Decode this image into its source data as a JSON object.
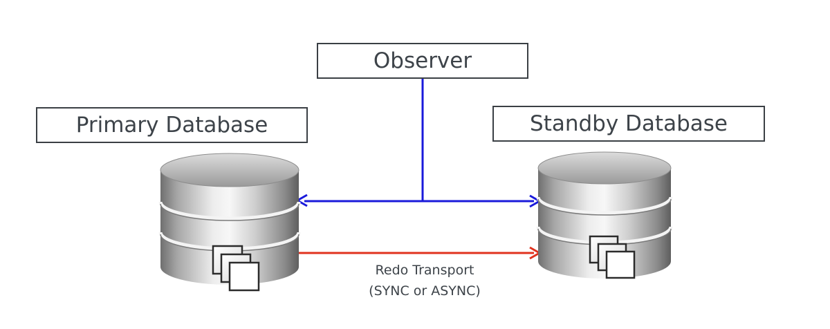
{
  "labels": {
    "observer": "Observer",
    "primary": "Primary Database",
    "standby": "Standby Database"
  },
  "transport": {
    "line1": "Redo Transport",
    "line2": "(SYNC or ASYNC)"
  },
  "colors": {
    "observer_link": "#1a1adb",
    "redo_link": "#e0321e",
    "box_border": "#3a3f44",
    "text": "#3d4349"
  },
  "icons": {
    "primary": "database-cylinder-icon",
    "standby": "database-cylinder-icon",
    "files": "stacked-files-icon"
  }
}
